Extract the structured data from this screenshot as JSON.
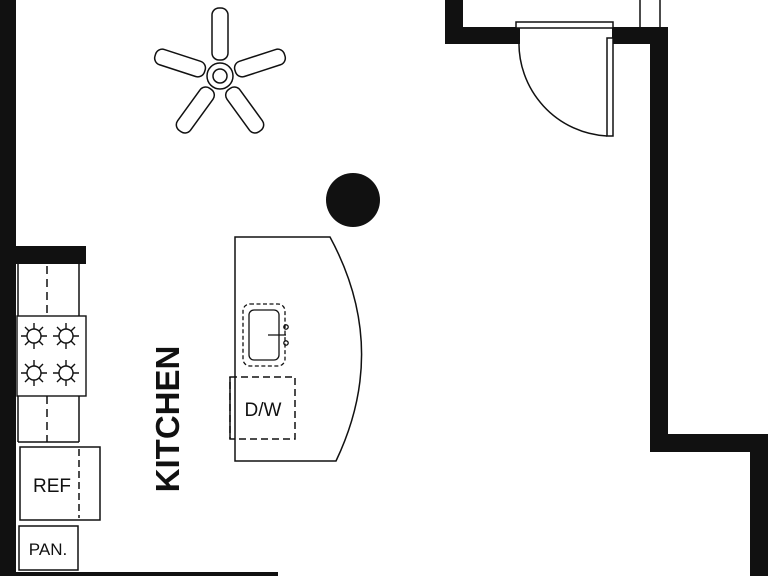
{
  "labels": {
    "room": "KITCHEN",
    "dishwasher": "D/W",
    "refrigerator": "REF",
    "pantry": "PAN."
  },
  "colors": {
    "wall": "#111111",
    "line": "#111111",
    "background": "#ffffff"
  },
  "icons": {
    "fan": "ceiling-fan-icon",
    "light": "pendant-light-icon",
    "cooktop": "cooktop-burners-icon",
    "sink": "sink-icon",
    "door": "door-swing-icon"
  }
}
